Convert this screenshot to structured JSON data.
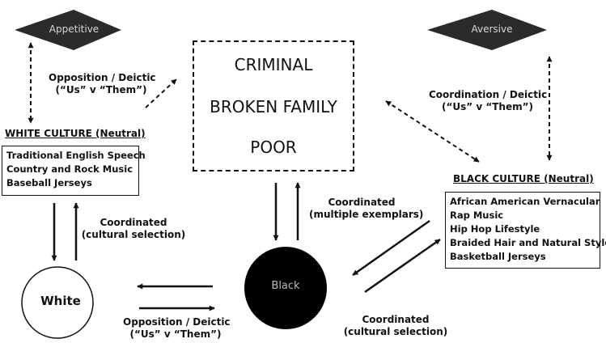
{
  "nodes": {
    "appetitive": "Appetitive",
    "aversive": "Aversive",
    "white": "White",
    "black": "Black"
  },
  "center_box": {
    "line1": "CRIMINAL",
    "line2": "BROKEN FAMILY",
    "line3": "POOR"
  },
  "white_culture": {
    "title": "WHITE CULTURE (Neutral)",
    "items": [
      "Traditional English Speech",
      "Country and Rock Music",
      "Baseball Jerseys"
    ]
  },
  "black_culture": {
    "title": "BLACK CULTURE (Neutral)",
    "items": [
      "African American Vernacular",
      "Rap Music",
      "Hip Hop Lifestyle",
      "Braided Hair and Natural Style",
      "Basketball Jerseys"
    ]
  },
  "relations": {
    "white_center": {
      "line1": "Opposition / Deictic",
      "line2": "(“Us” v “Them”)"
    },
    "center_black": {
      "line1": "Coordination / Deictic",
      "line2": "(“Us” v “Them”)"
    },
    "white_culture_white": {
      "line1": "Coordinated",
      "line2": "(cultural selection)"
    },
    "center_blacknode": {
      "line1": "Coordinated",
      "line2": "(multiple exemplars)"
    },
    "white_black": {
      "line1": "Opposition / Deictic",
      "line2": "(“Us” v “Them”)"
    },
    "black_culture_black": {
      "line1": "Coordinated",
      "line2": "(cultural selection)"
    }
  }
}
